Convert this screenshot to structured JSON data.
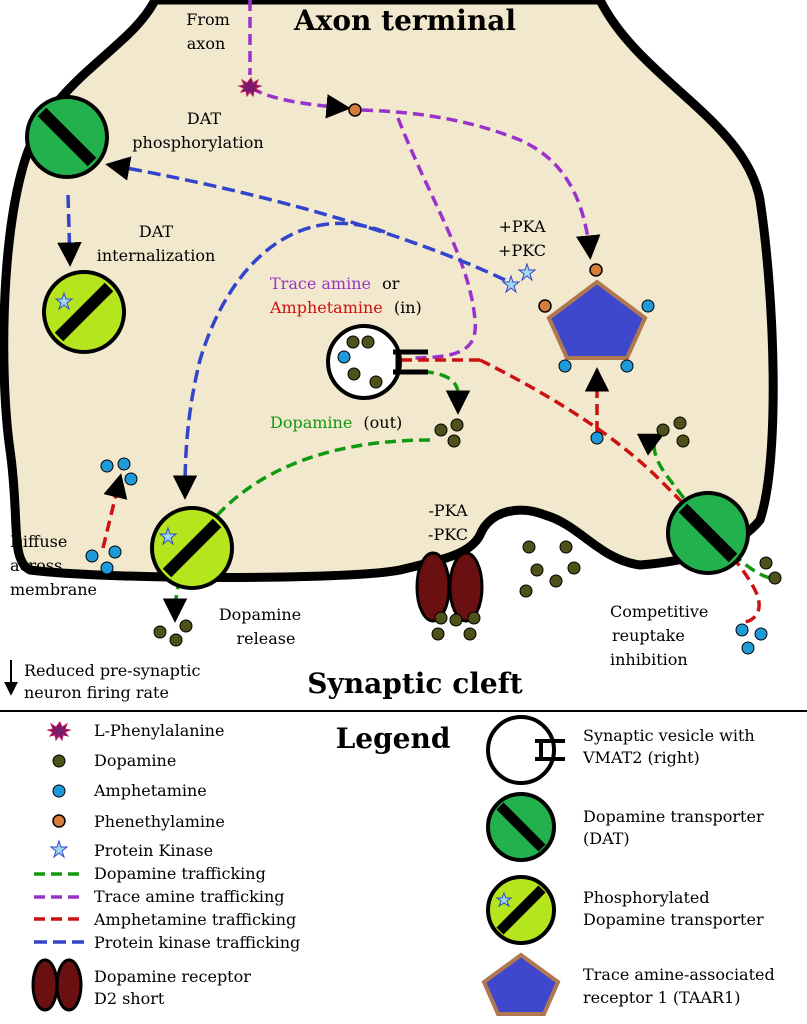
{
  "colors": {
    "cytoplasm": "#f2e8cd",
    "membrane": "#000000",
    "dopamine": "#4e5218",
    "amphetamine": "#1f9ad8",
    "phenethylamine": "#d67c3a",
    "phenylalanine": "#c2185b",
    "protein_kinase": "#9fd8e8",
    "dat": "#22b14c",
    "phospho_dat": "#b5e61d",
    "taar1": "#3f48cc",
    "taar1_border": "#b07850",
    "d2_receptor": "#6b1010",
    "dopamine_path": "#119911",
    "trace_amine_path": "#9933cc",
    "amphetamine_path": "#cc1111",
    "kinase_path": "#3344cc"
  },
  "diagram": {
    "title": "Axon terminal",
    "cleft_title": "Synaptic cleft",
    "from_axon_line1": "From",
    "from_axon_line2": "axon",
    "dat_phos_line1": "DAT",
    "dat_phos_line2": "phosphorylation",
    "dat_int_line1": "DAT",
    "dat_int_line2": "internalization",
    "pka": "+PKA",
    "pkc": "+PKC",
    "trace_amine": "Trace amine",
    "or": "or",
    "amphetamine": "Amphetamine",
    "in": "(in)",
    "dopamine": "Dopamine",
    "out": "(out)",
    "minus_pka": "-PKA",
    "minus_pkc": "-PKC",
    "diffuse_line1": "Diffuse",
    "diffuse_line2": "across",
    "diffuse_line3": "membrane",
    "release_line1": "Dopamine",
    "release_line2": "release",
    "competitive_line1": "Competitive",
    "competitive_line2": "reuptake",
    "competitive_line3": "inhibition",
    "reduced_line1": "Reduced pre-synaptic",
    "reduced_line2": "neuron firing rate"
  },
  "legend": {
    "title": "Legend",
    "items": [
      {
        "label": "L-Phenylalanine",
        "icon": "phenylalanine-icon"
      },
      {
        "label": "Dopamine",
        "icon": "dopamine-icon"
      },
      {
        "label": "Amphetamine",
        "icon": "amphetamine-icon"
      },
      {
        "label": "Phenethylamine",
        "icon": "phenethylamine-icon"
      },
      {
        "label": "Protein Kinase",
        "icon": "protein-kinase-icon"
      },
      {
        "label": "Dopamine trafficking",
        "icon": "dopamine-path-icon"
      },
      {
        "label": "Trace amine trafficking",
        "icon": "trace-amine-path-icon"
      },
      {
        "label": "Amphetamine trafficking",
        "icon": "amphetamine-path-icon"
      },
      {
        "label": "Protein kinase trafficking",
        "icon": "kinase-path-icon"
      }
    ],
    "d2_line1": "Dopamine receptor",
    "d2_line2": "D2 short",
    "vesicle_line1": "Synaptic vesicle with",
    "vesicle_line2": "VMAT2 (right)",
    "dat_line1": "Dopamine transporter",
    "dat_line2": "(DAT)",
    "phospho_line1": "Phosphorylated",
    "phospho_line2": "Dopamine transporter",
    "taar1_line1": "Trace amine-associated",
    "taar1_line2": "receptor 1 (TAAR1)"
  }
}
